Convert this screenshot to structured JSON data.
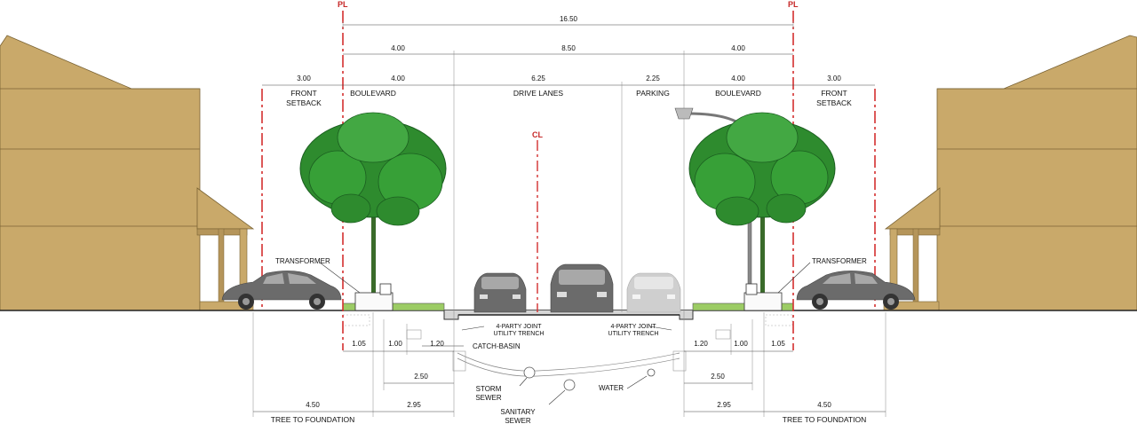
{
  "markers": {
    "pl": "PL",
    "cl": "CL"
  },
  "top_dims": {
    "total": "16.50",
    "row2": [
      "4.00",
      "8.50",
      "4.00"
    ],
    "row3": [
      "3.00",
      "4.00",
      "6.25",
      "2.25",
      "4.00",
      "3.00"
    ]
  },
  "zones": {
    "front_setback_line1": "FRONT",
    "front_setback_line2": "SETBACK",
    "boulevard": "BOULEVARD",
    "drive_lanes": "DRIVE LANES",
    "parking": "PARKING"
  },
  "callouts": {
    "transformer": "TRANSFORMER",
    "utility_trench_line1": "4-PARTY JOINT",
    "utility_trench_line2": "UTILITY TRENCH",
    "catch_basin": "CATCH-BASIN",
    "storm_sewer_line1": "STORM",
    "storm_sewer_line2": "SEWER",
    "sanitary_sewer_line1": "SANITARY",
    "sanitary_sewer_line2": "SEWER",
    "water": "WATER"
  },
  "bottom_dims": {
    "left_small": [
      "1.05",
      "1.00",
      "1.20"
    ],
    "right_small": [
      "1.20",
      "1.00",
      "1.05"
    ],
    "offset_250": "2.50",
    "offset_295": "2.95",
    "offset_450": "4.50",
    "tree_to_foundation": "TREE TO FOUNDATION"
  },
  "colors": {
    "house": "#c9a96a",
    "house_shadow": "#a88a4f",
    "tree_green": "#2e8b2e",
    "grass": "#9ccc65",
    "car_dark": "#6b6b6b",
    "car_light": "#cfcfcf",
    "property_line": "#d32f2f"
  }
}
